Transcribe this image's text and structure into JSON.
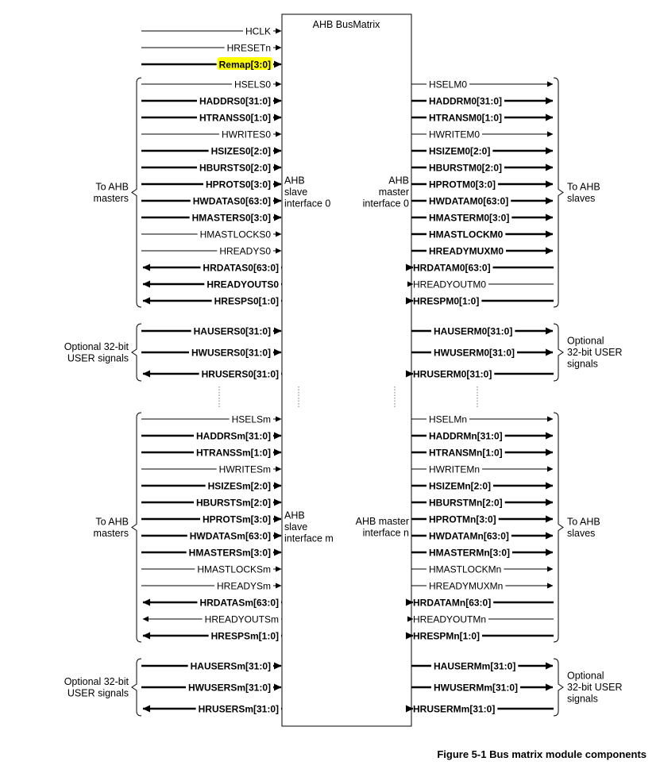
{
  "box_title": "AHB BusMatrix",
  "figure_caption": "Figure 5-1 Bus matrix module components",
  "global_signals": [
    {
      "label": "HCLK",
      "bold": false,
      "highlight": false
    },
    {
      "label": "HRESETn",
      "bold": false,
      "highlight": false
    },
    {
      "label": "Remap[3:0]",
      "bold": true,
      "highlight": true
    }
  ],
  "highlight_color": "#ffff00",
  "groups": [
    {
      "left_bus": [
        {
          "label": "HSELS0",
          "dir": "in",
          "bold": false
        },
        {
          "label": "HADDRS0[31:0]",
          "dir": "in",
          "bold": true
        },
        {
          "label": "HTRANSS0[1:0]",
          "dir": "in",
          "bold": true
        },
        {
          "label": "HWRITES0",
          "dir": "in",
          "bold": false
        },
        {
          "label": "HSIZES0[2:0]",
          "dir": "in",
          "bold": true
        },
        {
          "label": "HBURSTS0[2:0]",
          "dir": "in",
          "bold": true
        },
        {
          "label": "HPROTS0[3:0]",
          "dir": "in",
          "bold": true
        },
        {
          "label": "HWDATAS0[63:0]",
          "dir": "in",
          "bold": true
        },
        {
          "label": "HMASTERS0[3:0]",
          "dir": "in",
          "bold": true
        },
        {
          "label": "HMASTLOCKS0",
          "dir": "in",
          "bold": false
        },
        {
          "label": "HREADYS0",
          "dir": "in",
          "bold": false
        },
        {
          "label": "HRDATAS0[63:0]",
          "dir": "out",
          "bold": true
        },
        {
          "label": "HREADYOUTS0",
          "dir": "out",
          "bold": true
        },
        {
          "label": "HRESPS0[1:0]",
          "dir": "out",
          "bold": true
        }
      ],
      "left_user": [
        {
          "label": "HAUSERS0[31:0]",
          "dir": "in",
          "bold": true
        },
        {
          "label": "HWUSERS0[31:0]",
          "dir": "in",
          "bold": true
        },
        {
          "label": "HRUSERS0[31:0]",
          "dir": "out",
          "bold": true
        }
      ],
      "right_bus": [
        {
          "label": "HSELM0",
          "dir": "out",
          "bold": false
        },
        {
          "label": "HADDRM0[31:0]",
          "dir": "out",
          "bold": true
        },
        {
          "label": "HTRANSM0[1:0]",
          "dir": "out",
          "bold": true
        },
        {
          "label": "HWRITEM0",
          "dir": "out",
          "bold": false
        },
        {
          "label": "HSIZEM0[2:0]",
          "dir": "out",
          "bold": true
        },
        {
          "label": "HBURSTM0[2:0]",
          "dir": "out",
          "bold": true
        },
        {
          "label": "HPROTM0[3:0]",
          "dir": "out",
          "bold": true
        },
        {
          "label": "HWDATAM0[63:0]",
          "dir": "out",
          "bold": true
        },
        {
          "label": "HMASTERM0[3:0]",
          "dir": "out",
          "bold": true
        },
        {
          "label": "HMASTLOCKM0",
          "dir": "out",
          "bold": true
        },
        {
          "label": "HREADYMUXM0",
          "dir": "out",
          "bold": true
        },
        {
          "label": "HRDATAM0[63:0]",
          "dir": "in",
          "bold": true
        },
        {
          "label": "HREADYOUTM0",
          "dir": "in",
          "bold": false
        },
        {
          "label": "HRESPM0[1:0]",
          "dir": "in",
          "bold": true
        }
      ],
      "right_user": [
        {
          "label": "HAUSERM0[31:0]",
          "dir": "out",
          "bold": true
        },
        {
          "label": "HWUSERM0[31:0]",
          "dir": "out",
          "bold": true
        },
        {
          "label": "HRUSERM0[31:0]",
          "dir": "in",
          "bold": true
        }
      ],
      "slave_if_label": [
        "AHB",
        "slave",
        "interface 0"
      ],
      "master_if_label": [
        "AHB",
        "master",
        "interface 0"
      ],
      "left_bus_brace_label": [
        "To AHB",
        "masters"
      ],
      "right_bus_brace_label": [
        "To AHB",
        "slaves"
      ],
      "left_user_brace_label": [
        "Optional 32-bit",
        "USER signals"
      ],
      "right_user_brace_label": [
        "Optional",
        "32-bit USER",
        "signals"
      ]
    },
    {
      "left_bus": [
        {
          "label": "HSELSm",
          "dir": "in",
          "bold": false
        },
        {
          "label": "HADDRSm[31:0]",
          "dir": "in",
          "bold": true
        },
        {
          "label": "HTRANSSm[1:0]",
          "dir": "in",
          "bold": true
        },
        {
          "label": "HWRITESm",
          "dir": "in",
          "bold": false
        },
        {
          "label": "HSIZESm[2:0]",
          "dir": "in",
          "bold": true
        },
        {
          "label": "HBURSTSm[2:0]",
          "dir": "in",
          "bold": true
        },
        {
          "label": "HPROTSm[3:0]",
          "dir": "in",
          "bold": true
        },
        {
          "label": "HWDATASm[63:0]",
          "dir": "in",
          "bold": true
        },
        {
          "label": "HMASTERSm[3:0]",
          "dir": "in",
          "bold": true
        },
        {
          "label": "HMASTLOCKSm",
          "dir": "in",
          "bold": false
        },
        {
          "label": "HREADYSm",
          "dir": "in",
          "bold": false
        },
        {
          "label": "HRDATASm[63:0]",
          "dir": "out",
          "bold": true
        },
        {
          "label": "HREADYOUTSm",
          "dir": "out",
          "bold": false
        },
        {
          "label": "HRESPSm[1:0]",
          "dir": "out",
          "bold": true
        }
      ],
      "left_user": [
        {
          "label": "HAUSERSm[31:0]",
          "dir": "in",
          "bold": true
        },
        {
          "label": "HWUSERSm[31:0]",
          "dir": "in",
          "bold": true
        },
        {
          "label": "HRUSERSm[31:0]",
          "dir": "out",
          "bold": true
        }
      ],
      "right_bus": [
        {
          "label": "HSELMn",
          "dir": "out",
          "bold": false
        },
        {
          "label": "HADDRMn[31:0]",
          "dir": "out",
          "bold": true
        },
        {
          "label": "HTRANSMn[1:0]",
          "dir": "out",
          "bold": true
        },
        {
          "label": "HWRITEMn",
          "dir": "out",
          "bold": false
        },
        {
          "label": "HSIZEMn[2:0]",
          "dir": "out",
          "bold": true
        },
        {
          "label": "HBURSTMn[2:0]",
          "dir": "out",
          "bold": true
        },
        {
          "label": "HPROTMn[3:0]",
          "dir": "out",
          "bold": true
        },
        {
          "label": "HWDATAMn[63:0]",
          "dir": "out",
          "bold": true
        },
        {
          "label": "HMASTERMn[3:0]",
          "dir": "out",
          "bold": true
        },
        {
          "label": "HMASTLOCKMn",
          "dir": "out",
          "bold": false
        },
        {
          "label": "HREADYMUXMn",
          "dir": "out",
          "bold": false
        },
        {
          "label": "HRDATAMn[63:0]",
          "dir": "in",
          "bold": true
        },
        {
          "label": "HREADYOUTMn",
          "dir": "in",
          "bold": false
        },
        {
          "label": "HRESPMn[1:0]",
          "dir": "in",
          "bold": true
        }
      ],
      "right_user": [
        {
          "label": "HAUSERMm[31:0]",
          "dir": "out",
          "bold": true
        },
        {
          "label": "HWUSERMm[31:0]",
          "dir": "out",
          "bold": true
        },
        {
          "label": "HRUSERMm[31:0]",
          "dir": "in",
          "bold": true
        }
      ],
      "slave_if_label": [
        "AHB",
        "slave",
        "interface m"
      ],
      "master_if_label": [
        "AHB master",
        "interface n"
      ],
      "left_bus_brace_label": [
        "To AHB",
        "masters"
      ],
      "right_bus_brace_label": [
        "To AHB",
        "slaves"
      ],
      "left_user_brace_label": [
        "Optional 32-bit",
        "USER signals"
      ],
      "right_user_brace_label": [
        "Optional",
        "32-bit USER",
        "signals"
      ]
    }
  ]
}
